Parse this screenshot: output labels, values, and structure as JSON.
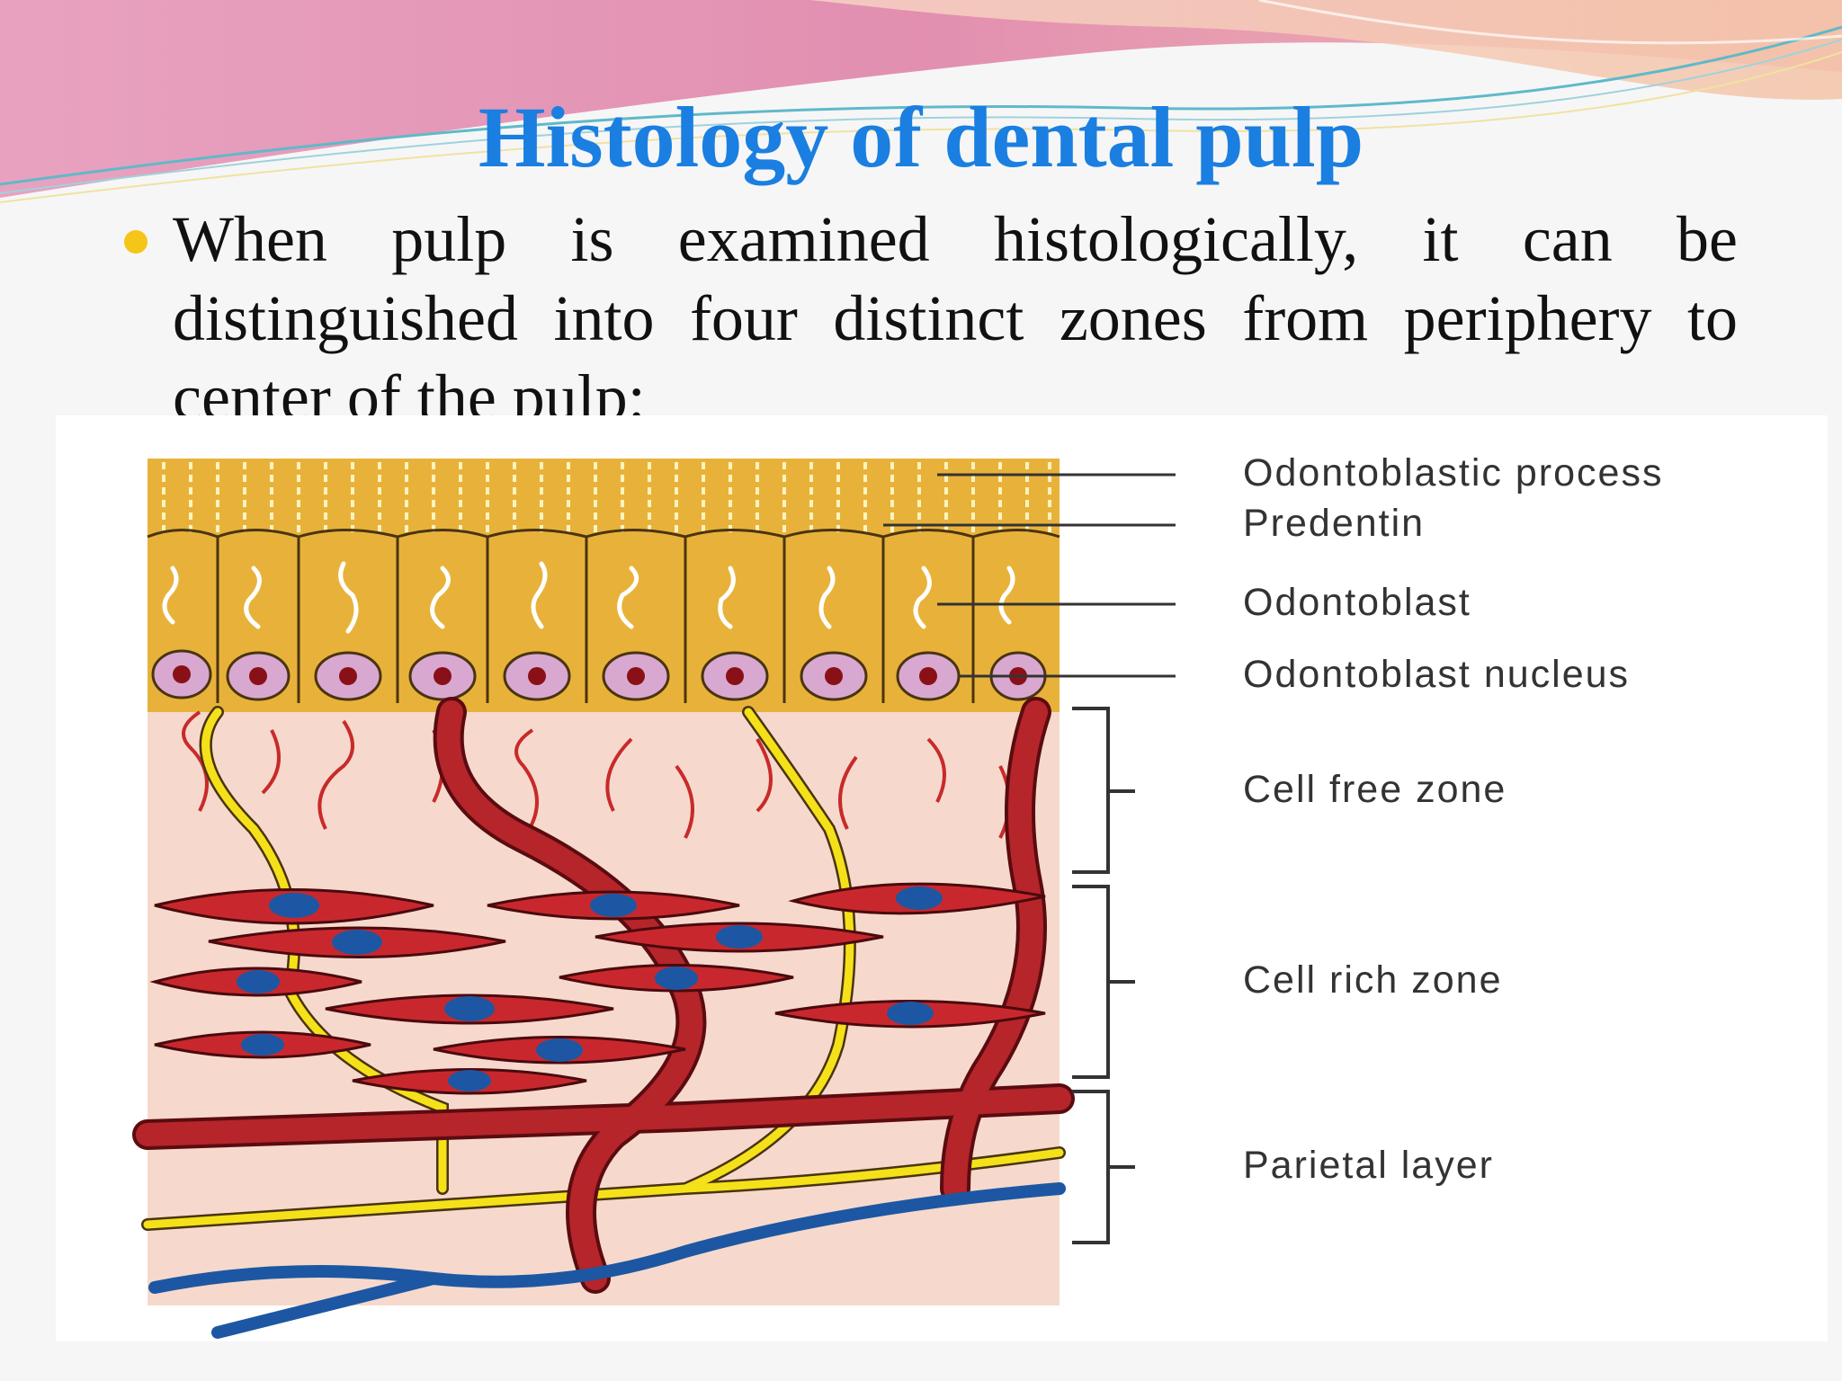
{
  "slide": {
    "title": "Histology of dental pulp",
    "bullet_text": "When pulp is examined histologically, it can be distinguished into four distinct zones from periphery to center of the pulp:"
  },
  "figure": {
    "labels": {
      "odontoblastic_process": "Odontoblastic process",
      "predentin": "Predentin",
      "odontoblast": "Odontoblast",
      "odontoblast_nucleus": "Odontoblast nucleus",
      "cell_free_zone": "Cell free zone",
      "cell_rich_zone": "Cell rich zone",
      "parietal_layer": "Parietal layer"
    }
  },
  "colors": {
    "title": "#1a7fe0",
    "bullet": "#f5c518",
    "odontoblast_layer": "#e8b23a",
    "pulp_background": "#f6d9cc",
    "vessel_red": "#b5252a",
    "nerve_yellow": "#f5e11a",
    "vein_blue": "#1d57a3",
    "nucleus_purple": "#d9a8d0"
  }
}
